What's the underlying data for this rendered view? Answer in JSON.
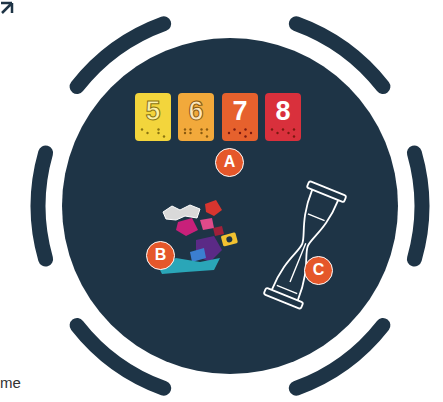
{
  "diagram": {
    "nodes": [
      {
        "text": [
          "5"
        ]
      },
      {
        "text": [
          "6"
        ]
      },
      {
        "text": [
          "7"
        ]
      },
      {
        "text": [
          "8"
        ]
      }
    ],
    "labels": [
      "A",
      "B",
      "C",
      "me"
    ]
  }
}
